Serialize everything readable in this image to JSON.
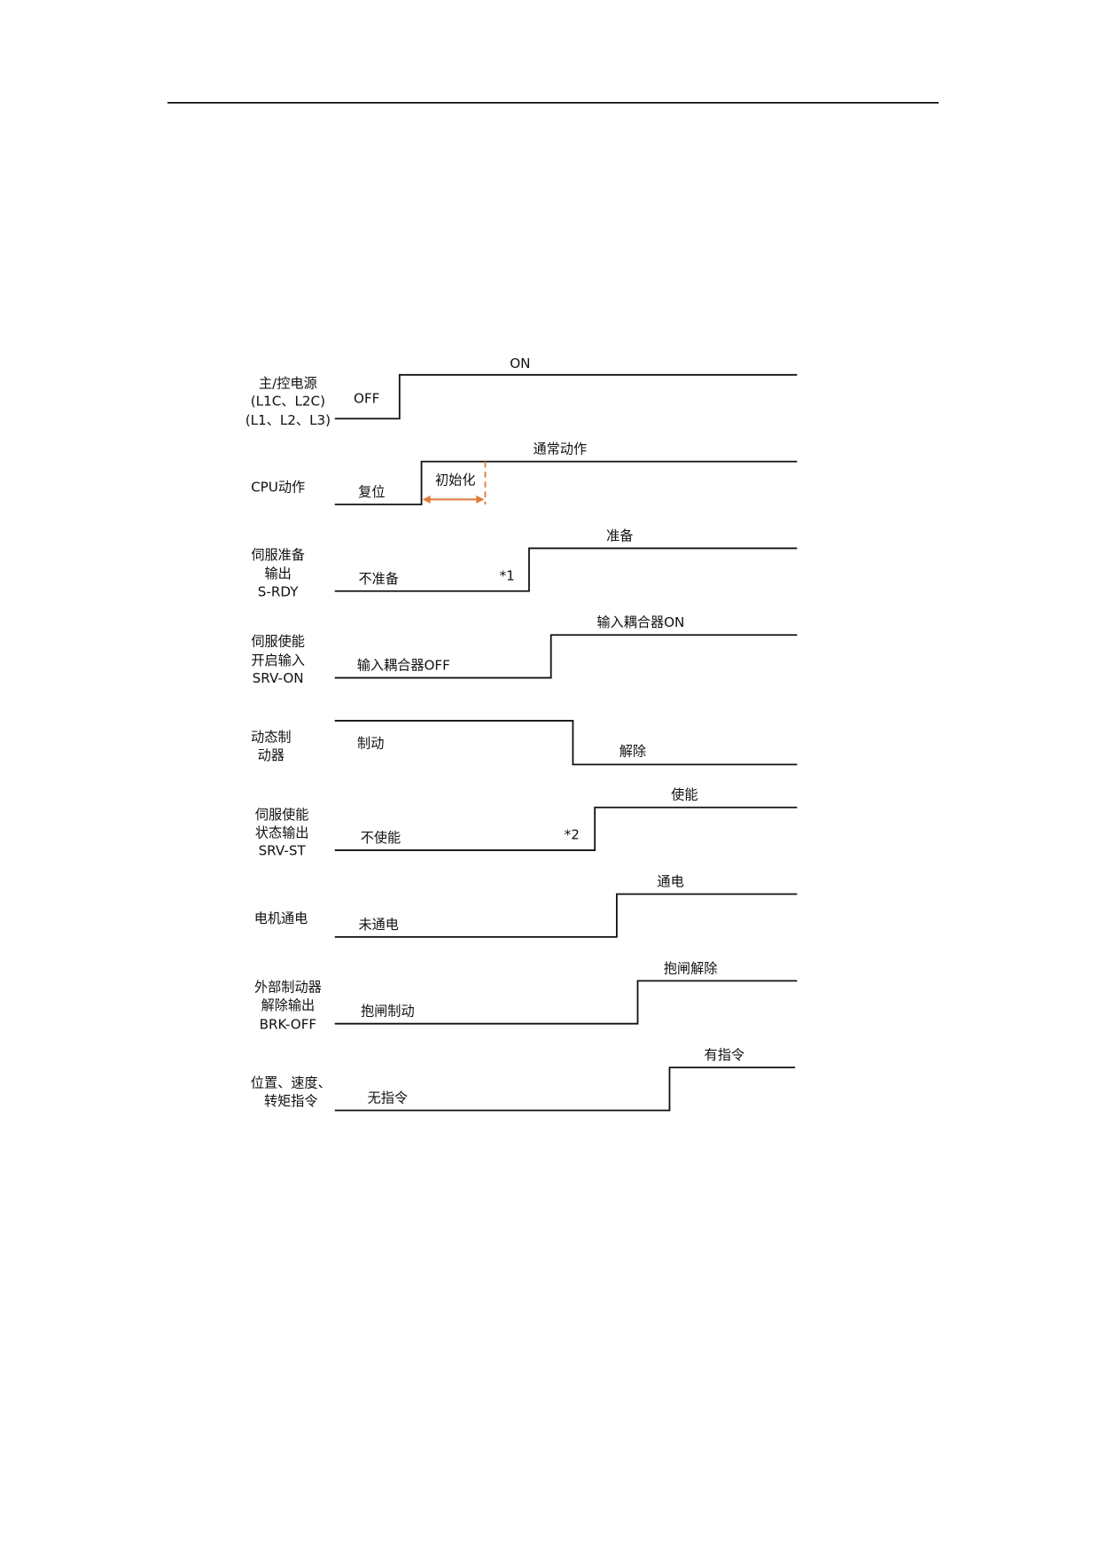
{
  "diagram": {
    "rows": [
      {
        "id": "power",
        "label": [
          "主/控电源",
          "(L1C、L2C)",
          "(L1、L2、L3)"
        ],
        "low_text": "OFF",
        "high_text": "ON",
        "initial": "low"
      },
      {
        "id": "cpu",
        "label": [
          "CPU动作"
        ],
        "low_text": "复位",
        "init_text": "初始化",
        "high_text": "通常动作",
        "initial": "low"
      },
      {
        "id": "s-rdy",
        "label": [
          "伺服准备",
          "输出",
          "S-RDY"
        ],
        "low_text": "不准备",
        "note": "*1",
        "high_text": "准备",
        "initial": "low"
      },
      {
        "id": "srv-on",
        "label": [
          "伺服使能",
          "开启输入",
          "SRV-ON"
        ],
        "low_text": "输入耦合器OFF",
        "high_text": "输入耦合器ON",
        "initial": "low"
      },
      {
        "id": "dyn-brake",
        "label": [
          "动态制",
          "动器"
        ],
        "high_text": "制动",
        "low_text": "解除",
        "initial": "high"
      },
      {
        "id": "srv-st",
        "label": [
          "伺服使能",
          "状态输出",
          "SRV-ST"
        ],
        "low_text": "不使能",
        "note": "*2",
        "high_text": "使能",
        "initial": "low"
      },
      {
        "id": "motor",
        "label": [
          "电机通电"
        ],
        "low_text": "未通电",
        "high_text": "通电",
        "initial": "low"
      },
      {
        "id": "brk-off",
        "label": [
          "外部制动器",
          "解除输出",
          "BRK-OFF"
        ],
        "low_text": "抱闸制动",
        "high_text": "抱闸解除",
        "initial": "low"
      },
      {
        "id": "command",
        "label": [
          "位置、速度、",
          "转矩指令"
        ],
        "low_text": "无指令",
        "high_text": "有指令",
        "initial": "low"
      }
    ],
    "accent_color": "#e07b39"
  }
}
